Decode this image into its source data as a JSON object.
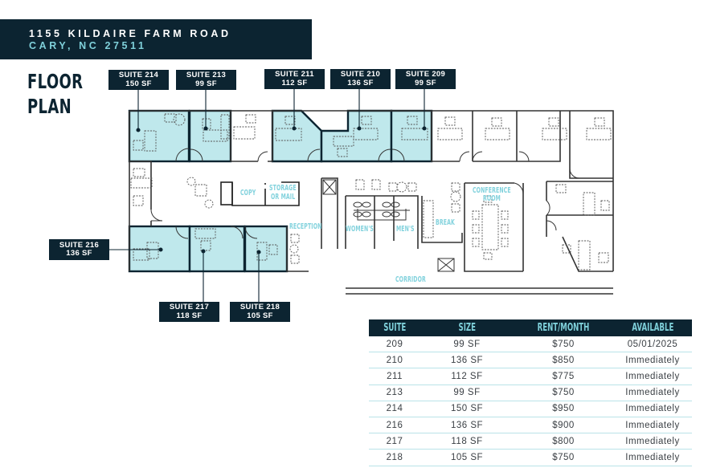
{
  "header": {
    "address_line1": "1155 KILDAIRE FARM ROAD",
    "address_line2": "CARY, NC 27511",
    "title_line1": "FLOOR",
    "title_line2": "PLAN"
  },
  "colors": {
    "navy": "#0c2431",
    "teal_text": "#7fd0da",
    "suite_fill": "#bfe8ec",
    "room_label": "#82d2dd",
    "table_rule": "#b9e3e8"
  },
  "callouts": [
    {
      "suite": "SUITE 214",
      "size": "150 SF"
    },
    {
      "suite": "SUITE 213",
      "size": "99 SF"
    },
    {
      "suite": "SUITE 211",
      "size": "112 SF"
    },
    {
      "suite": "SUITE 210",
      "size": "136 SF"
    },
    {
      "suite": "SUITE 209",
      "size": "99 SF"
    },
    {
      "suite": "SUITE 216",
      "size": "136 SF"
    },
    {
      "suite": "SUITE 217",
      "size": "118 SF"
    },
    {
      "suite": "SUITE 218",
      "size": "105 SF"
    }
  ],
  "rooms": {
    "copy": "COPY",
    "storage1": "STORAGE",
    "storage2": "OR MAIL",
    "reception": "RECEPTION",
    "womens": "WOMEN'S",
    "mens": "MEN'S",
    "break": "BREAK",
    "conference1": "CONFERENCE",
    "conference2": "ROOM",
    "corridor": "CORRIDOR"
  },
  "table": {
    "headers": [
      "SUITE",
      "SIZE",
      "RENT/MONTH",
      "AVAILABLE"
    ],
    "rows": [
      [
        "209",
        "99 SF",
        "$750",
        "05/01/2025"
      ],
      [
        "210",
        "136 SF",
        "$850",
        "Immediately"
      ],
      [
        "211",
        "112 SF",
        "$775",
        "Immediately"
      ],
      [
        "213",
        "99 SF",
        "$750",
        "Immediately"
      ],
      [
        "214",
        "150 SF",
        "$950",
        "Immediately"
      ],
      [
        "216",
        "136 SF",
        "$900",
        "Immediately"
      ],
      [
        "217",
        "118 SF",
        "$800",
        "Immediately"
      ],
      [
        "218",
        "105 SF",
        "$750",
        "Immediately"
      ]
    ]
  }
}
